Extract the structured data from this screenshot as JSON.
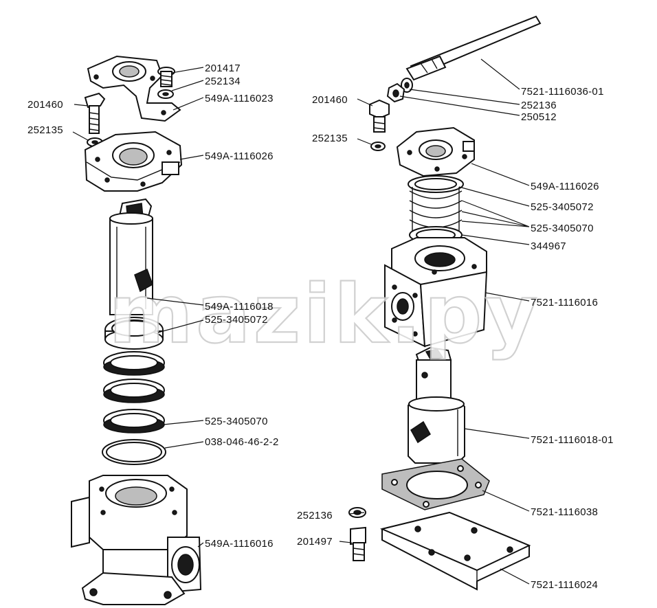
{
  "watermark": "mazik.py",
  "left_assembly": {
    "labels": {
      "l_201417": "201417",
      "l_252134": "252134",
      "l_549A_1116023": "549A-1116023",
      "l_201460": "201460",
      "l_252135": "252135",
      "l_549A_1116026": "549A-1116026",
      "l_549A_1116018": "549A-1116018",
      "l_525_3405072": "525-3405072",
      "l_525_3405070": "525-3405070",
      "l_038_046": "038-046-46-2-2",
      "l_549A_1116016": "549A-1116016"
    }
  },
  "right_assembly": {
    "labels": {
      "r_7521_1116036": "7521-1116036-01",
      "r_201460": "201460",
      "r_252136a": "252136",
      "r_250512": "250512",
      "r_252135": "252135",
      "r_549A_1116026": "549A-1116026",
      "r_525_3405072": "525-3405072",
      "r_525_3405070": "525-3405070",
      "r_344967": "344967",
      "r_7521_1116016": "7521-1116016",
      "r_7521_1116018": "7521-1116018-01",
      "r_7521_1116038": "7521-1116038",
      "r_252136b": "252136",
      "r_201497": "201497",
      "r_7521_1116024": "7521-1116024"
    }
  },
  "colors": {
    "ink": "#111111",
    "paper": "#ffffff",
    "watermark": "#c9c9c9"
  }
}
